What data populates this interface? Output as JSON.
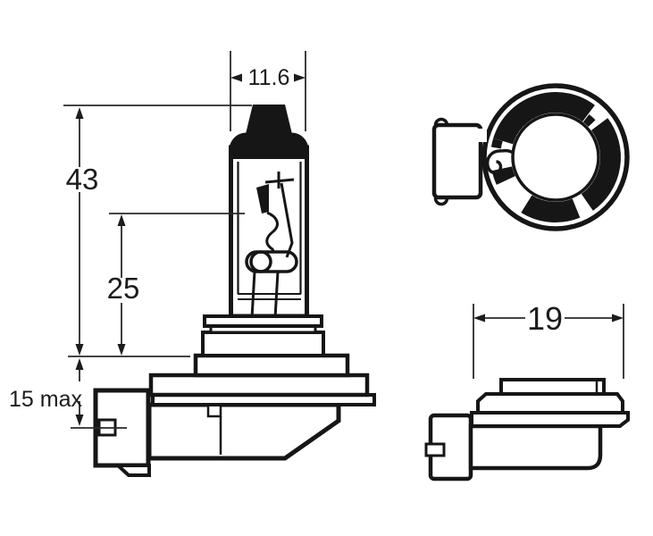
{
  "page": {
    "background_color": "#ffffff",
    "line_color": "#161616"
  },
  "dimensions": {
    "bulb_diameter": "11.6",
    "overall_length": "43",
    "light_center_length": "25",
    "base_depth": "15 max",
    "collar_diameter": "19"
  }
}
